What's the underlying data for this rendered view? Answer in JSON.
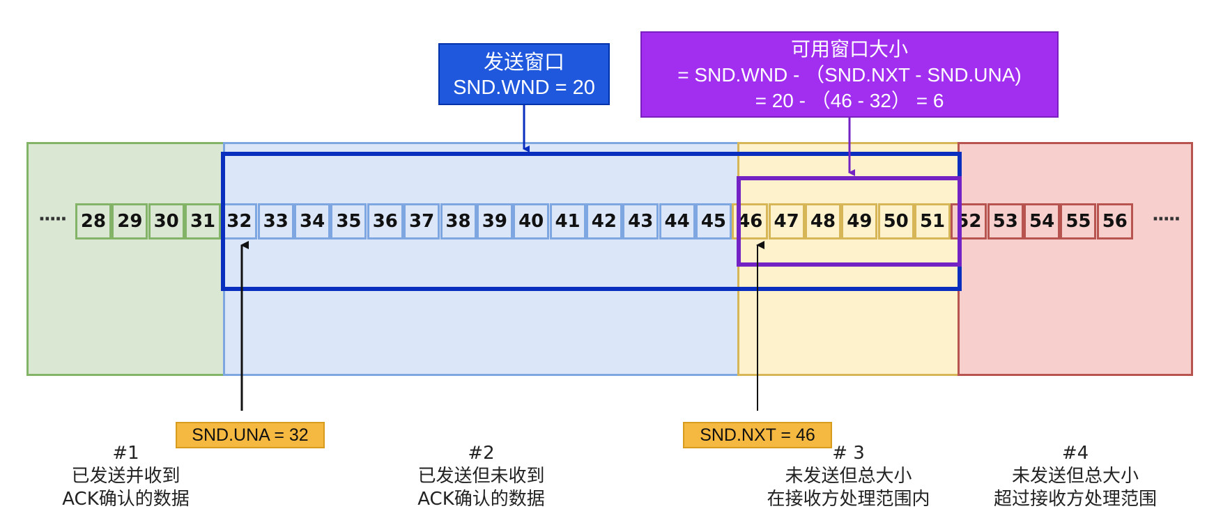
{
  "zones": [
    {
      "id": "1",
      "label": "#1",
      "line1": "已发送并收到",
      "line2": "ACK确认的数据",
      "fill": "#dae8d3",
      "stroke": "#82b366"
    },
    {
      "id": "2",
      "label": "#2",
      "line1": "已发送但未收到",
      "line2": "ACK确认的数据",
      "fill": "#dbe7f8",
      "stroke": "#7ea6e0"
    },
    {
      "id": "3",
      "label": "# 3",
      "line1": "未发送但总大小",
      "line2": "在接收方处理范围内",
      "fill": "#fef2cc",
      "stroke": "#d6b656"
    },
    {
      "id": "4",
      "label": "#4",
      "line1": "未发送但总大小",
      "line2": "超过接收方处理范围",
      "fill": "#f7cfcd",
      "stroke": "#b85450"
    }
  ],
  "sequence": {
    "leading_dots": "·····",
    "trailing_dots": "·····",
    "cells": [
      {
        "n": "28",
        "zone": "1"
      },
      {
        "n": "29",
        "zone": "1"
      },
      {
        "n": "30",
        "zone": "1"
      },
      {
        "n": "31",
        "zone": "1"
      },
      {
        "n": "32",
        "zone": "2"
      },
      {
        "n": "33",
        "zone": "2"
      },
      {
        "n": "34",
        "zone": "2"
      },
      {
        "n": "35",
        "zone": "2"
      },
      {
        "n": "36",
        "zone": "2"
      },
      {
        "n": "37",
        "zone": "2"
      },
      {
        "n": "38",
        "zone": "2"
      },
      {
        "n": "39",
        "zone": "2"
      },
      {
        "n": "40",
        "zone": "2"
      },
      {
        "n": "41",
        "zone": "2"
      },
      {
        "n": "42",
        "zone": "2"
      },
      {
        "n": "43",
        "zone": "2"
      },
      {
        "n": "44",
        "zone": "2"
      },
      {
        "n": "45",
        "zone": "2"
      },
      {
        "n": "46",
        "zone": "3"
      },
      {
        "n": "47",
        "zone": "3"
      },
      {
        "n": "48",
        "zone": "3"
      },
      {
        "n": "49",
        "zone": "3"
      },
      {
        "n": "50",
        "zone": "3"
      },
      {
        "n": "51",
        "zone": "3"
      },
      {
        "n": "52",
        "zone": "4"
      },
      {
        "n": "53",
        "zone": "4"
      },
      {
        "n": "54",
        "zone": "4"
      },
      {
        "n": "55",
        "zone": "4"
      },
      {
        "n": "56",
        "zone": "4"
      }
    ]
  },
  "send_window": {
    "title": "发送窗口",
    "formula": "SND.WND = 20",
    "fill": "#1f58dd",
    "stroke": "#0033aa"
  },
  "usable_window": {
    "title": "可用窗口大小",
    "formula1": "= SND.WND - （SND.NXT - SND.UNA)",
    "formula2": "= 20 - （46 - 32） = 6",
    "fill": "#a22ff0",
    "stroke": "#7a1fbf"
  },
  "pointers": {
    "una": {
      "label": "SND.UNA = 32"
    },
    "nxt": {
      "label": "SND.NXT = 46"
    }
  },
  "colors": {
    "send_window_frame": "#0a2fbf",
    "usable_window_frame": "#7322c4",
    "arrow": "#111111",
    "tag_fill": "#f5b942"
  }
}
